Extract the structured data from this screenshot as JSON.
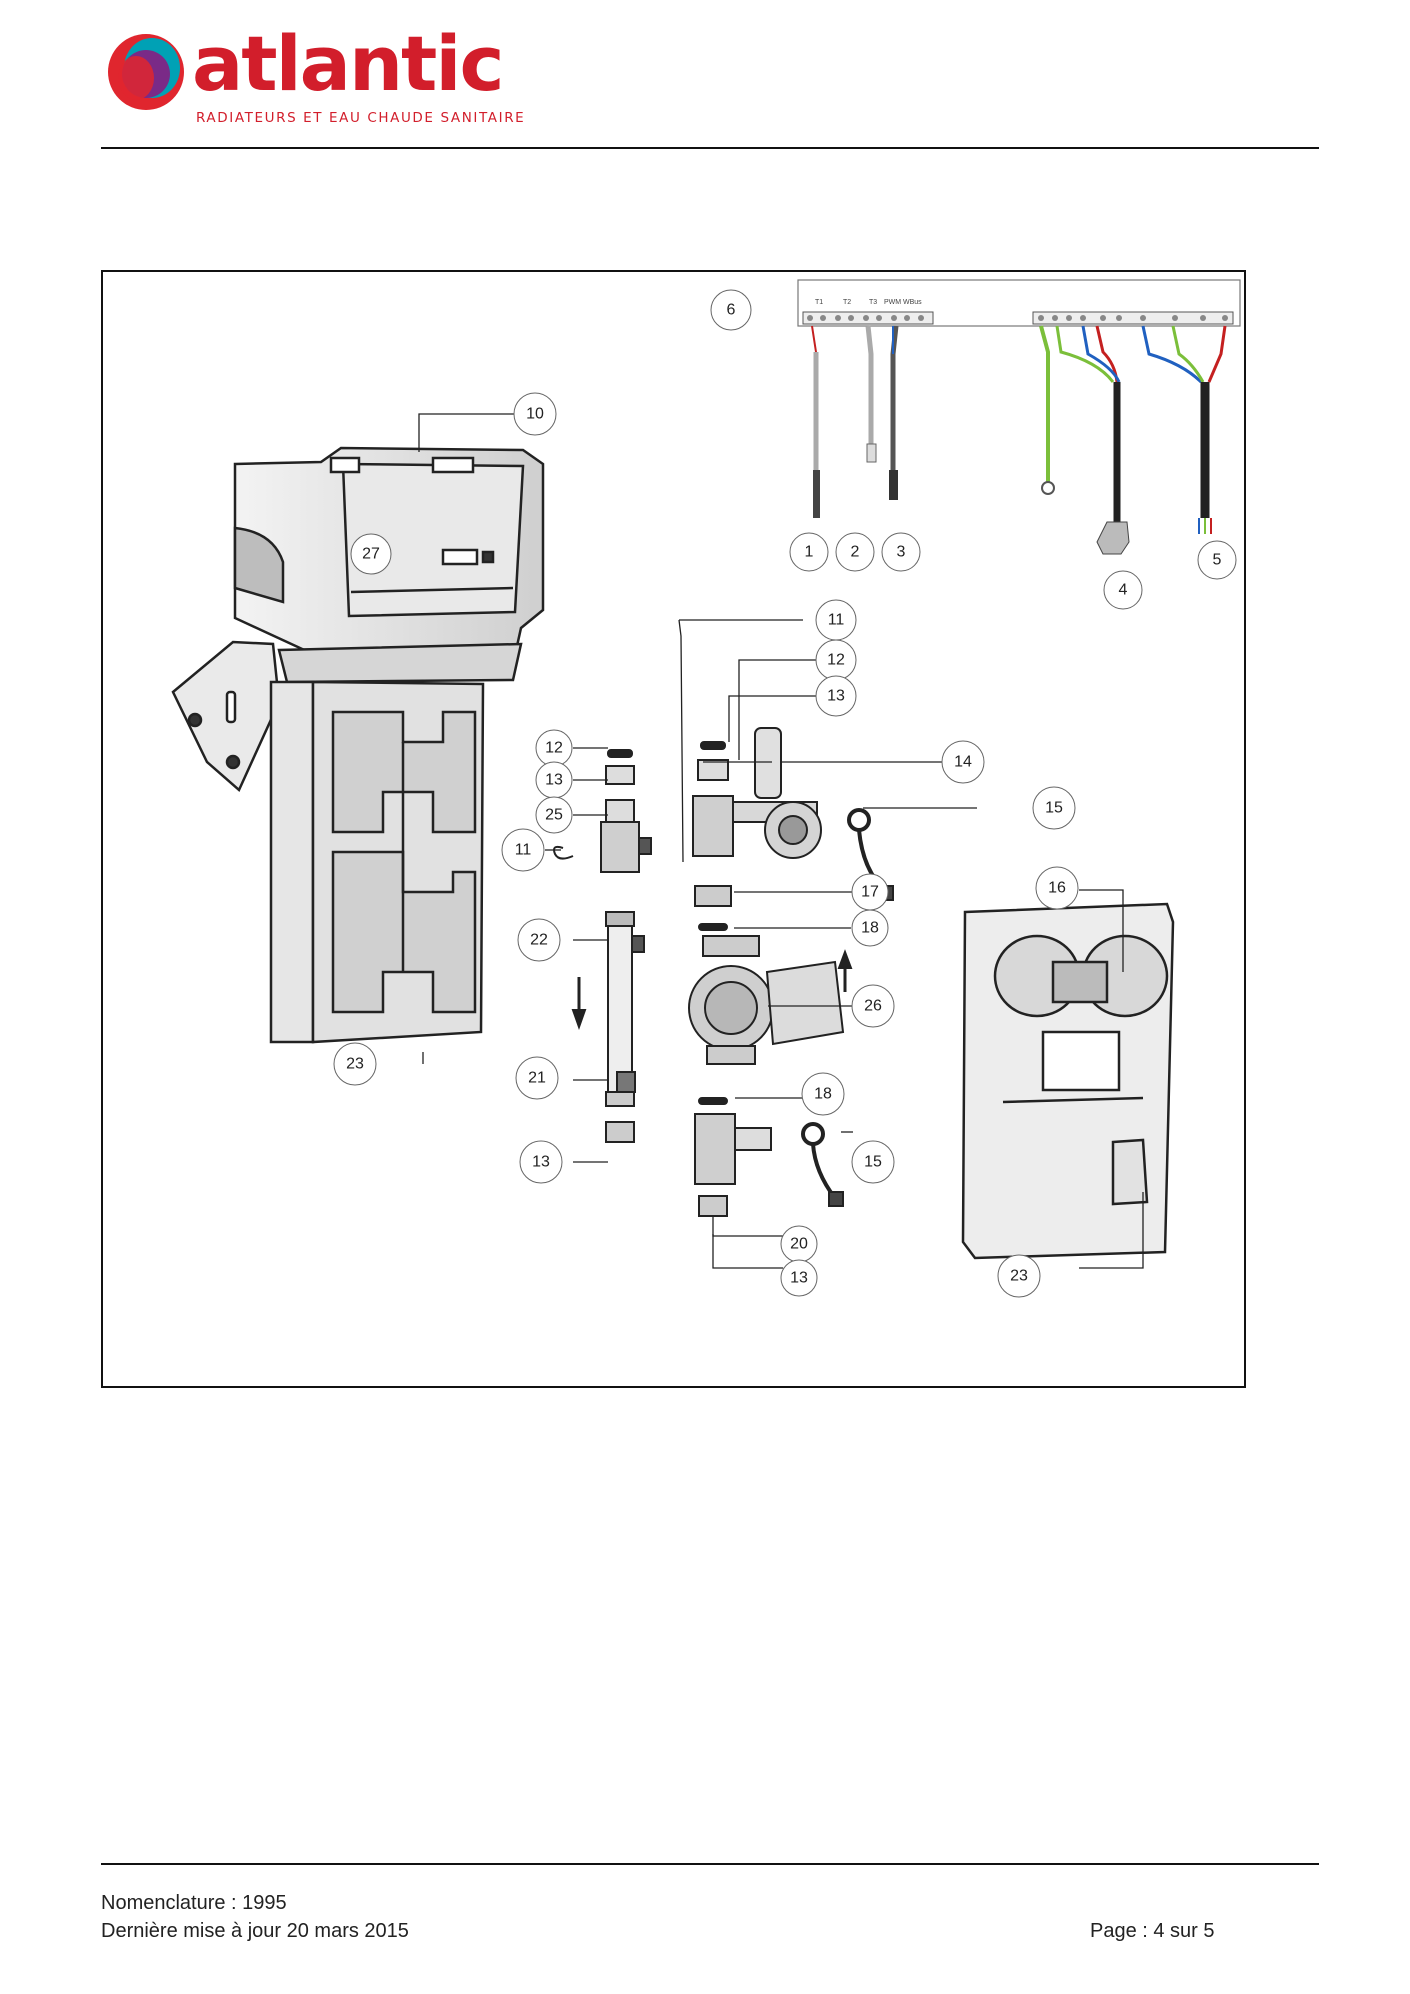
{
  "header": {
    "brand": "atlantic",
    "tagline": "RADIATEURS ET EAU CHAUDE SANITAIRE",
    "brand_color": "#d21e2b",
    "logo_colors": [
      "#e0262e",
      "#7a2a87",
      "#00a1b5"
    ]
  },
  "diagram": {
    "callouts": {
      "c6": "6",
      "c10": "10",
      "c27": "27",
      "c1": "1",
      "c2": "2",
      "c3": "3",
      "c4": "4",
      "c5": "5",
      "c11a": "11",
      "c12a": "12",
      "c13a": "13",
      "c14": "14",
      "c15a": "15",
      "c12b": "12",
      "c13b": "13",
      "c25": "25",
      "c11b": "11",
      "c16": "16",
      "c17": "17",
      "c18a": "18",
      "c22": "22",
      "c26": "26",
      "c23a": "23",
      "c21": "21",
      "c18b": "18",
      "c13c": "13",
      "c15b": "15",
      "c20": "20",
      "c13d": "13",
      "c23b": "23"
    },
    "terminal_labels": [
      "T1",
      "T2",
      "T3",
      "PWM",
      "WBus"
    ]
  },
  "footer": {
    "nomenclature": "Nomenclature : 1995",
    "updated": "Dernière mise à jour 20 mars 2015",
    "page": "Page : 4 sur 5"
  }
}
